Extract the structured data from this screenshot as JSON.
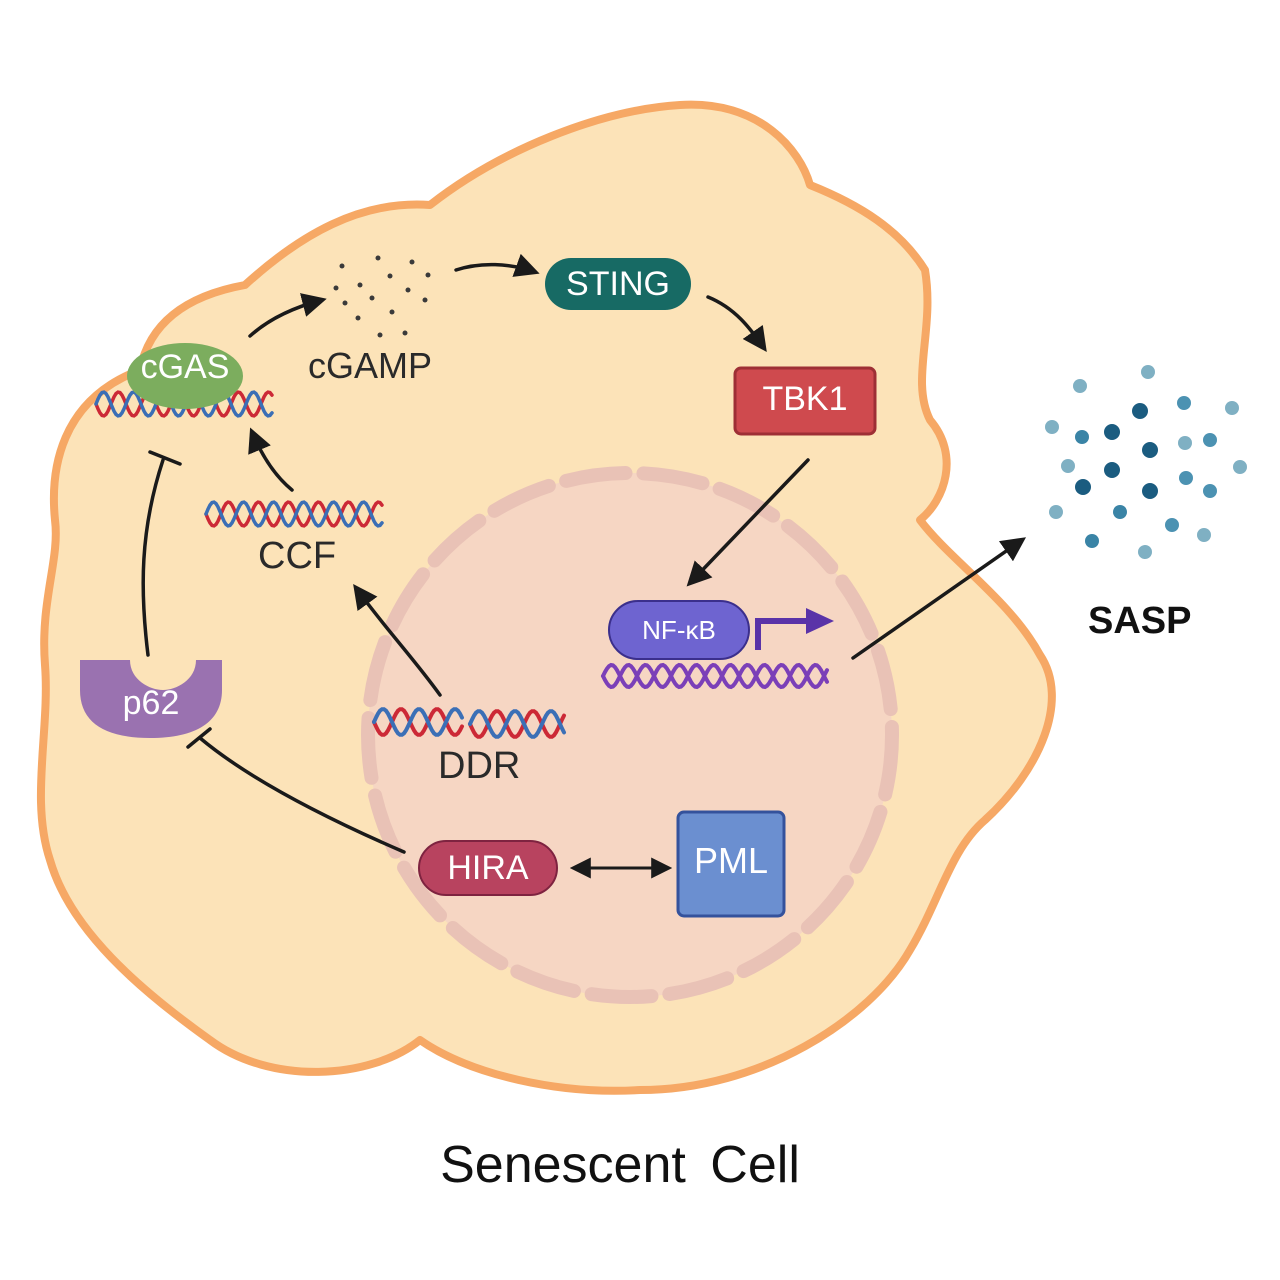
{
  "diagram": {
    "caption": "Senescent Cell",
    "nodes": {
      "cgas": "cGAS",
      "cgamp": "cGAMP",
      "sting": "STING",
      "tbk1": "TBK1",
      "nfkb": "NF-κB",
      "sasp": "SASP",
      "ccf": "CCF",
      "ddr": "DDR",
      "p62": "p62",
      "hira": "HIRA",
      "pml": "PML"
    },
    "colors": {
      "cytoplasm": "#fce3b8",
      "membrane": "#f6a865",
      "nucleus": "#f6d6c3",
      "nuclear_envelope": "#e9c2b6",
      "cgas": "#7cad5e",
      "sting": "#176a64",
      "tbk1": "#cf4a4e",
      "nfkb": "#6e64d0",
      "p62": "#9a72b0",
      "hira": "#b8435f",
      "pml": "#6b8fd0",
      "sasp_particles": "#2f7fa0",
      "dna_red": "#cc2936",
      "dna_blue": "#3b6fb6",
      "nfkb_dna": "#7b3fb8"
    },
    "edges": [
      {
        "from": "cGAS",
        "to": "cGAMP",
        "type": "activation"
      },
      {
        "from": "cGAMP",
        "to": "STING",
        "type": "activation"
      },
      {
        "from": "STING",
        "to": "TBK1",
        "type": "activation"
      },
      {
        "from": "TBK1",
        "to": "NF-κB",
        "type": "activation"
      },
      {
        "from": "NF-κB",
        "to": "SASP",
        "type": "activation"
      },
      {
        "from": "DDR",
        "to": "CCF",
        "type": "activation"
      },
      {
        "from": "CCF",
        "to": "cGAS",
        "type": "activation"
      },
      {
        "from": "p62",
        "to": "cGAS",
        "type": "inhibition"
      },
      {
        "from": "HIRA",
        "to": "p62",
        "type": "inhibition"
      },
      {
        "from": "HIRA",
        "to": "PML",
        "type": "bidirectional"
      }
    ]
  }
}
